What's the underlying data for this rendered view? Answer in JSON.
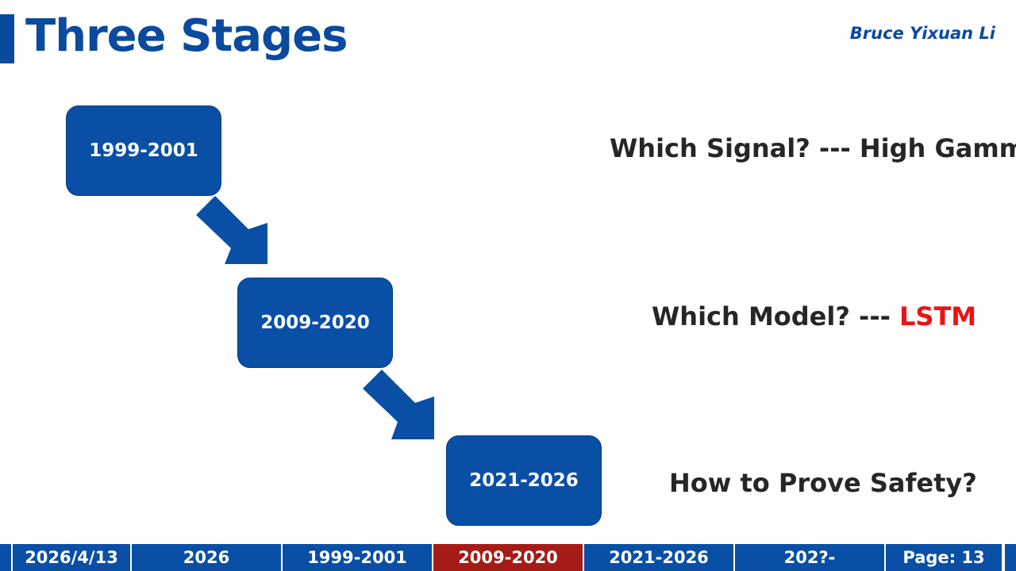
{
  "header": {
    "title": "Three Stages",
    "author": "Bruce Yixuan Li"
  },
  "stages": [
    {
      "period": "1999-2001",
      "question": "Which Signal? --- High Gamma",
      "question_main": "Which Signal? --- High Gamma",
      "question_highlight": ""
    },
    {
      "period": "2009-2020",
      "question": "Which Model? --- LSTM",
      "question_main": "Which Model? --- ",
      "question_highlight": "LSTM"
    },
    {
      "period": "2021-2026",
      "question": "How to Prove Safety?",
      "question_main": "How to Prove Safety?",
      "question_highlight": ""
    }
  ],
  "footer": {
    "cells": [
      "2026/4/13",
      "2026",
      "1999-2001",
      "2009-2020",
      "2021-2026",
      "202?-",
      "Page: 13"
    ],
    "active_index": 3
  },
  "colors": {
    "brand_blue": "#0a4a9f",
    "box_blue": "#0a4fa6",
    "active_red": "#a51c17",
    "highlight_red": "#ee1111",
    "text_dark": "#262626"
  }
}
